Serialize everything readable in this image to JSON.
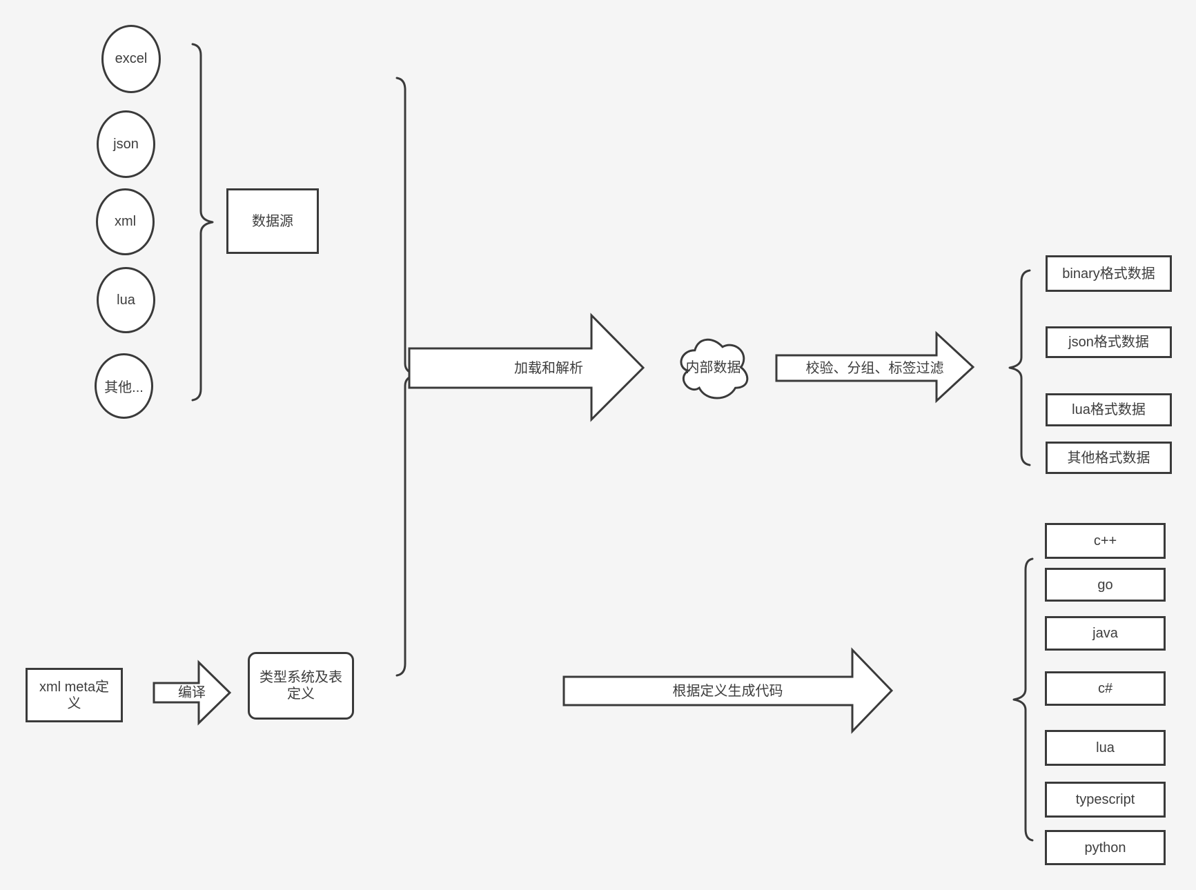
{
  "palette": {
    "background": "#f5f5f5",
    "stroke": "#3a3a3a",
    "text": "#3d3d3d",
    "fill": "#ffffff"
  },
  "sources": {
    "group_label": "数据源",
    "items": [
      "excel",
      "json",
      "xml",
      "lua",
      "其他..."
    ]
  },
  "definitions": {
    "xml_meta": "xml meta定义",
    "compile_arrow": "编译",
    "type_system": "类型系统及表定义"
  },
  "pipeline": {
    "load_parse_arrow": "加载和解析",
    "internal_data": "内部数据",
    "validate_arrow": "校验、分组、标签过滤",
    "generate_arrow": "根据定义生成代码"
  },
  "format_outputs": {
    "items": [
      "binary格式数据",
      "json格式数据",
      "lua格式数据",
      "其他格式数据"
    ]
  },
  "language_outputs": {
    "items": [
      "c++",
      "go",
      "java",
      "c#",
      "lua",
      "typescript",
      "python"
    ]
  }
}
